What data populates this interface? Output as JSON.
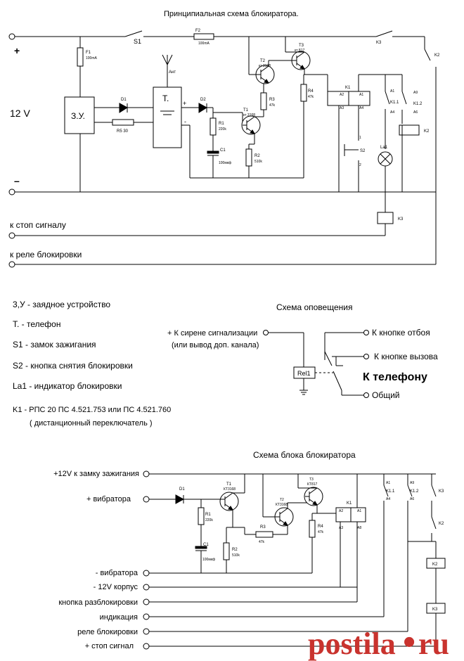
{
  "main": {
    "title": "Принципиальная схема блокиратора.",
    "voltage": "12 V",
    "plus": "+",
    "minus": "–",
    "stop_signal": "к стоп сигналу",
    "relay_block": "к реле блокировки",
    "comp": {
      "f1": "F1",
      "f1v": "100mA",
      "s1": "S1",
      "f2": "F2",
      "f2v": "100mA",
      "k3": "K3",
      "k2": "K2",
      "zu": "З.У.",
      "d1": "D1",
      "d2": "D2",
      "r5": "R5  30",
      "ant": "Ант",
      "phone": "Т.",
      "plus_out": "+",
      "minus_out": "-",
      "t2": "T2",
      "t2m": "кт 3168",
      "t3": "T3",
      "t3m": "кт 817",
      "t1": "T1",
      "t1m": "кт 3168",
      "r1": "R1",
      "r1v": "220k",
      "r3": "R3",
      "r3v": "47k",
      "r4": "R4",
      "r4v": "47k",
      "r2": "R2",
      "r2v": "510k",
      "c1": "C1",
      "c1v": "100мкф",
      "k1": "K1",
      "a2": "A2",
      "a1": "A1",
      "a3": "A3",
      "a4": "A4",
      "s2": "S2",
      "n1": "1",
      "n2": "2",
      "k11": "K1.1",
      "k12": "K1.2",
      "a9": "A9",
      "a6": "A6",
      "a4b": "A4",
      "k2coil": "K2",
      "la1": "La1",
      "k3coil": "K3"
    }
  },
  "legend": [
    "3,У - заядное устройство",
    "Т. - телефон",
    "S1 - замок зажигания",
    "S2 - кнопка снятия блокировки",
    "La1 - индикатор блокировки",
    "K1 - РПС 20  ПС 4.521.753 или  ПС 4.521.760",
    "( дистанционный переключатель )"
  ],
  "alert": {
    "title": "Схема оповещения",
    "siren": "+ К сирене сигнализации",
    "siren2": "(или вывод доп. канала)",
    "rel": "Rel1",
    "otboy": "К кнопке отбоя",
    "vyzov": "К кнопке вызова",
    "phone": "К телефону",
    "common": "Общий"
  },
  "block": {
    "title": "Схема блока блокиратора",
    "terminals": [
      "+12V к замку зажигания",
      "+ вибратора",
      "- вибратора",
      "- 12V корпус",
      "кнопка разблокировки",
      "индикация",
      "реле блокировки",
      "+ стоп сигнал"
    ],
    "comp": {
      "d1": "D1",
      "t1": "T1",
      "t1m": "КТ3168",
      "t2": "T2",
      "t2m": "КТ3168",
      "t3": "T3",
      "t3m": "КТ817",
      "r1": "R1",
      "r1v": "220k",
      "c1": "C1",
      "c1v": "100мкф",
      "r2": "R2",
      "r2v": "510k",
      "r3": "R3",
      "r3v": "47k",
      "r4": "R4",
      "r4v": "47k",
      "k1": "K1",
      "a2": "A2",
      "a1": "A1",
      "a3": "A3",
      "a8": "A8",
      "k11": "K1.1",
      "k12": "K1.2",
      "k3": "K3",
      "k2": "K2",
      "a1b": "A1",
      "a4": "A4",
      "a9": "A9",
      "a6": "A6",
      "k2coil": "K2",
      "k3coil": "K3"
    }
  },
  "watermark": {
    "brand": "postila",
    "dot": "•",
    "tld": "ru"
  },
  "colors": {
    "line": "#000000",
    "background": "#ffffff",
    "watermark": "#c9332e"
  }
}
